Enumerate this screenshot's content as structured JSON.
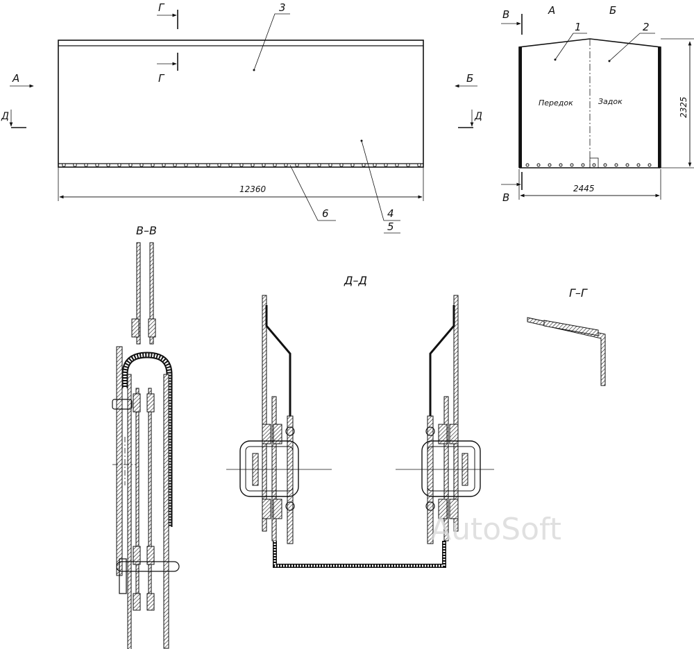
{
  "views": {
    "main": {
      "dimension": "12360",
      "labels": {
        "a": "А",
        "b": "Б",
        "d_left": "Д",
        "d_right": "Д",
        "g_top": "Г",
        "g_bottom": "Г"
      },
      "callouts": {
        "c3": "3",
        "c4": "4",
        "c5": "5",
        "c6": "6"
      }
    },
    "end": {
      "header_a": "А",
      "header_b": "Б",
      "section_top": "В",
      "section_bottom": "В",
      "front": "Передок",
      "rear": "Задок",
      "height": "2325",
      "width": "2445",
      "callouts": {
        "c1": "1",
        "c2": "2"
      }
    },
    "sections": {
      "vv": "В–В",
      "dd": "Д–Д",
      "gg": "Г–Г"
    }
  },
  "watermark": "AutoSoft"
}
